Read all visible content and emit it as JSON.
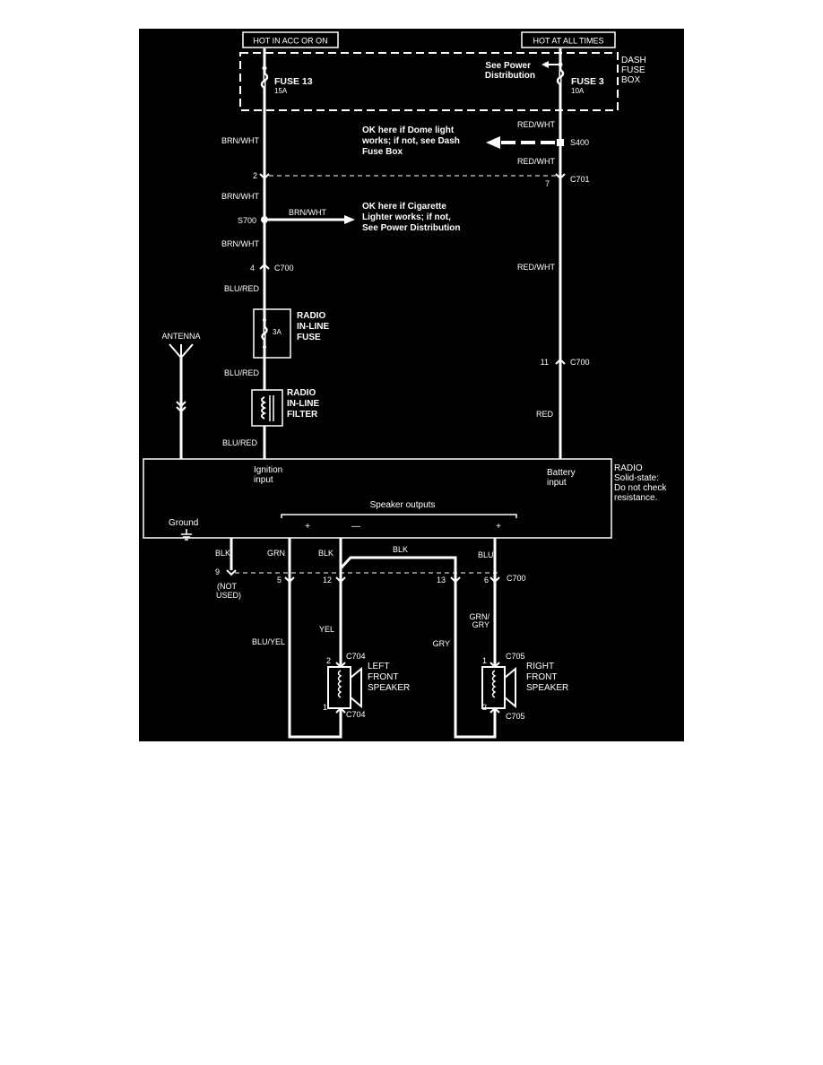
{
  "colors": {
    "background": "#000000",
    "ink": "#ffffff",
    "page": "#ffffff"
  },
  "top_labels": {
    "hot_acc": "HOT IN ACC OR ON",
    "hot_all": "HOT AT ALL TIMES"
  },
  "fuse_box": {
    "name_line1": "DASH",
    "name_line2": "FUSE",
    "name_line3": "BOX",
    "fuse13_name": "FUSE 13",
    "fuse13_rating": "15A",
    "fuse3_name": "FUSE 3",
    "fuse3_rating": "10A",
    "power_dist_line1": "See Power",
    "power_dist_line2": "Distribution"
  },
  "left_circuit": {
    "wire1": "BRN/WHT",
    "pin_c701": "2",
    "wire2": "BRN/WHT",
    "splice": "S700",
    "splice_branch": "BRN/WHT",
    "note_line1": "OK here if Cigarette",
    "note_line2": "Lighter works; if not,",
    "note_line3": "See Power Distribution",
    "wire3": "BRN/WHT",
    "pin_c700": "4",
    "connector": "C700",
    "wire4": "BLU/RED",
    "fuse_name_line1": "RADIO",
    "fuse_name_line2": "IN-LINE",
    "fuse_name_line3": "FUSE",
    "fuse_rating": "3A",
    "wire5": "BLU/RED",
    "filter_line1": "RADIO",
    "filter_line2": "IN-LINE",
    "filter_line3": "FILTER",
    "wire6": "BLU/RED"
  },
  "right_circuit": {
    "wire1": "RED/WHT",
    "splice": "S400",
    "note_line1": "OK here if Dome light",
    "note_line2": "works; if not, see Dash",
    "note_line3": "Fuse Box",
    "wire2": "RED/WHT",
    "pin_c701": "7",
    "connector_c701": "C701",
    "wire3": "RED/WHT",
    "pin_c700": "11",
    "connector_c700": "C700",
    "wire4": "RED"
  },
  "antenna": {
    "label": "ANTENNA"
  },
  "radio": {
    "ignition_line1": "Ignition",
    "ignition_line2": "input",
    "battery_line1": "Battery",
    "battery_line2": "input",
    "speaker_outputs": "Speaker outputs",
    "ground": "Ground",
    "plus": "+",
    "minus": "—",
    "name": "RADIO",
    "note_line1": "Solid-state:",
    "note_line2": "Do not check",
    "note_line3": "resistance."
  },
  "bottom": {
    "w_blk1": "BLK",
    "w_grn": "GRN",
    "w_blk2": "BLK",
    "w_blk3": "BLK",
    "w_blu": "BLU",
    "pin9": "9",
    "not_used_line1": "(NOT",
    "not_used_line2": "USED)",
    "pin5": "5",
    "pin12": "12",
    "pin13": "13",
    "pin6": "6",
    "connector_c700": "C700",
    "w_yel": "YEL",
    "w_bluyel": "BLU/YEL",
    "w_gry": "GRY",
    "w_grngry_line1": "GRN/",
    "w_grngry_line2": "GRY",
    "left_pin_top": "2",
    "left_conn_top": "C704",
    "left_speaker_line1": "LEFT",
    "left_speaker_line2": "FRONT",
    "left_speaker_line3": "SPEAKER",
    "left_pin_bottom": "1",
    "left_conn_bottom": "C704",
    "right_pin_top": "1",
    "right_conn_top": "C705",
    "right_speaker_line1": "RIGHT",
    "right_speaker_line2": "FRONT",
    "right_speaker_line3": "SPEAKER",
    "right_pin_bottom": "2",
    "right_conn_bottom": "C705"
  }
}
